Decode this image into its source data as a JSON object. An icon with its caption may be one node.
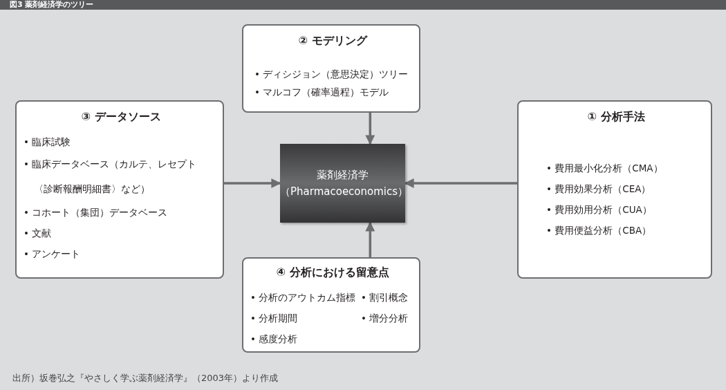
{
  "diagram": {
    "title": "図3 薬剤経済学のツリー",
    "nodes": [
      {
        "text": [
          "② モデリング",
          "• ディシジョン（意思決定）ツリー",
          "• マルコフ（確率過程）モデル"
        ]
      },
      {
        "text": [
          "③ データソース",
          "• 臨床試験",
          "• 臨床データベース（カルテ、レセプト〈診断報酬明細書〉など）",
          "• コホート（集団）データベース",
          "• 文献",
          "• アンケート"
        ]
      },
      {
        "text": [
          "薬剤経済学",
          "（Pharmacoeconomics）"
        ]
      },
      {
        "text": [
          "① 分析手法",
          "• 費用最小化分析（CMA）",
          "• 費用効果分析（CEA）",
          "• 費用効用分析（CUA）",
          "• 費用便益分析（CBA）"
        ]
      },
      {
        "text": [
          "④ 分析における留意点",
          "• 分析のアウトカム指標",
          "• 分析期間",
          "• 感度分析",
          "• 割引概念",
          "• 増分分析"
        ]
      }
    ],
    "edges": [
      {
        "from": 0,
        "to": 2,
        "arrow": "to"
      },
      {
        "from": 1,
        "to": 2,
        "arrow": "to"
      },
      {
        "from": 3,
        "to": 2,
        "arrow": "to"
      },
      {
        "from": 4,
        "to": 2,
        "arrow": "to"
      }
    ],
    "caption": "出所）坂巻弘之『やさしく学ぶ薬剤経済学』（2003年）より作成"
  }
}
